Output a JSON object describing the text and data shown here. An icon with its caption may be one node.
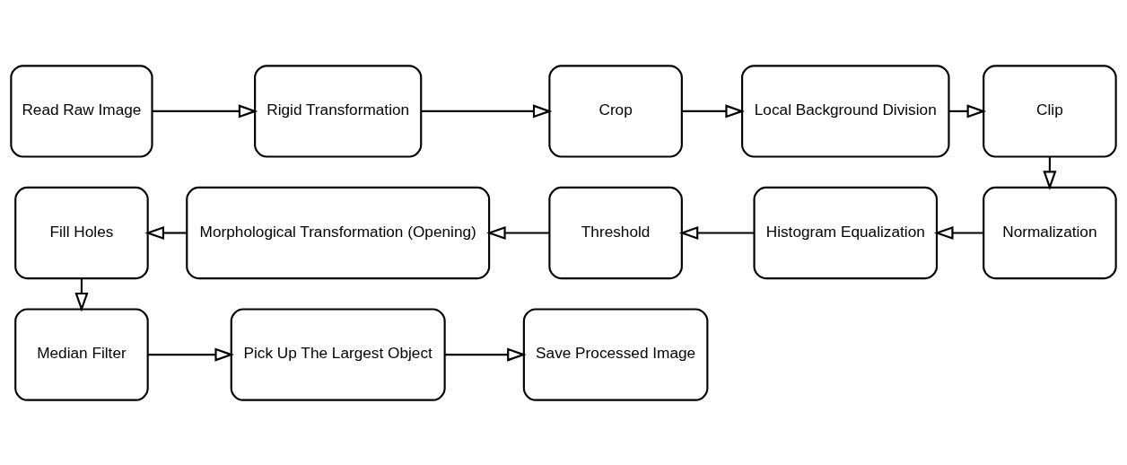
{
  "diagram": {
    "nodes": [
      {
        "text": [
          "Read Raw Image"
        ]
      },
      {
        "text": [
          "Rigid Transformation"
        ]
      },
      {
        "text": [
          "Crop"
        ]
      },
      {
        "text": [
          "Local Background Division"
        ]
      },
      {
        "text": [
          "Clip"
        ]
      },
      {
        "text": [
          "Normalization"
        ]
      },
      {
        "text": [
          "Histogram Equalization"
        ]
      },
      {
        "text": [
          "Threshold"
        ]
      },
      {
        "text": [
          "Morphological Transformation (Opening)"
        ]
      },
      {
        "text": [
          "Fill Holes"
        ]
      },
      {
        "text": [
          "Median Filter"
        ]
      },
      {
        "text": [
          "Pick Up The Largest Object"
        ]
      },
      {
        "text": [
          "Save Processed Image"
        ]
      }
    ],
    "edges": [
      {
        "from": 0,
        "to": 1,
        "arrow": "to"
      },
      {
        "from": 1,
        "to": 2,
        "arrow": "to"
      },
      {
        "from": 2,
        "to": 3,
        "arrow": "to"
      },
      {
        "from": 3,
        "to": 4,
        "arrow": "to"
      },
      {
        "from": 4,
        "to": 5,
        "arrow": "to"
      },
      {
        "from": 5,
        "to": 6,
        "arrow": "to"
      },
      {
        "from": 6,
        "to": 7,
        "arrow": "to"
      },
      {
        "from": 7,
        "to": 8,
        "arrow": "to"
      },
      {
        "from": 8,
        "to": 9,
        "arrow": "to"
      },
      {
        "from": 9,
        "to": 10,
        "arrow": "to"
      },
      {
        "from": 10,
        "to": 11,
        "arrow": "to"
      },
      {
        "from": 11,
        "to": 12,
        "arrow": "to"
      }
    ]
  }
}
